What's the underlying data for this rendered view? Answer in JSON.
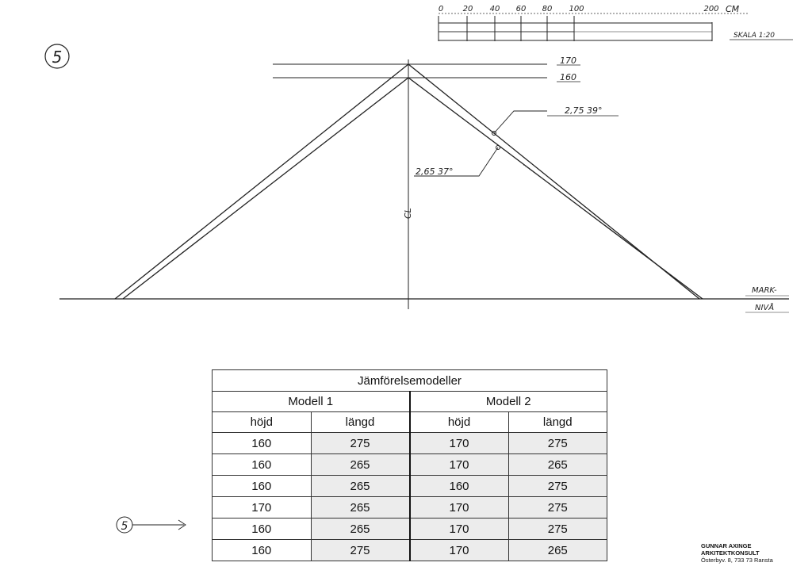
{
  "sheet": {
    "number": "5",
    "row_marker": "5"
  },
  "scale_bar": {
    "ticks": [
      "0",
      "20",
      "40",
      "60",
      "80",
      "100",
      "200"
    ],
    "unit": "CM",
    "caption": "SKALA 1:20"
  },
  "height_labels": [
    "170",
    "160"
  ],
  "member_labels": {
    "outer": "2,75 39°",
    "inner": "2,65 37°"
  },
  "centerline_symbol": "CL",
  "ground_label": {
    "line1": "MARK-",
    "line2": "NIVÅ"
  },
  "table": {
    "caption": "Jämförelsemodeller",
    "groups": [
      "Modell 1",
      "Modell 2"
    ],
    "columns": [
      "höjd",
      "längd",
      "höjd",
      "längd"
    ],
    "rows": [
      [
        "160",
        "275",
        "170",
        "275"
      ],
      [
        "160",
        "265",
        "170",
        "265"
      ],
      [
        "160",
        "265",
        "160",
        "275"
      ],
      [
        "170",
        "265",
        "170",
        "275"
      ],
      [
        "160",
        "265",
        "170",
        "275"
      ],
      [
        "160",
        "275",
        "170",
        "265"
      ]
    ]
  },
  "firm": {
    "name": "GUNNAR AXINGE",
    "title": "ARKITEKTKONSULT",
    "address": "Österbyv. 8, 733 73  Ransta"
  }
}
